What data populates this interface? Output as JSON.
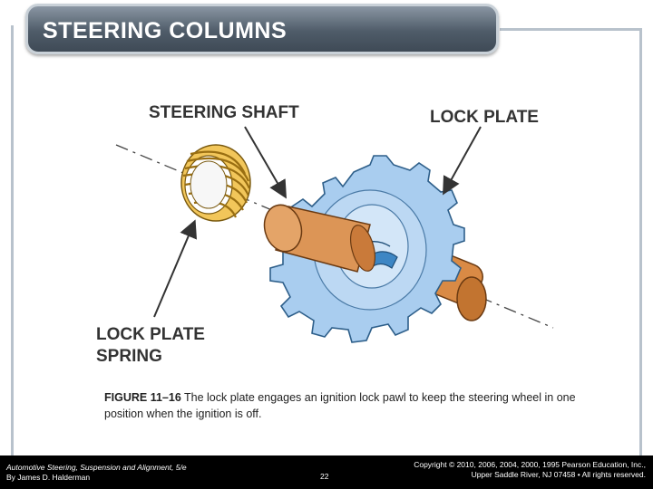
{
  "slide": {
    "title": "STEERING COLUMNS"
  },
  "diagram": {
    "labels": {
      "steering_shaft": "STEERING SHAFT",
      "lock_plate": "LOCK PLATE",
      "lock_plate_spring_line1": "LOCK PLATE",
      "lock_plate_spring_line2": "SPRING"
    },
    "colors": {
      "spring": "#e8b23a",
      "lock_plate": "#a9cdef",
      "shaft": "#d98a45",
      "arrow": "#333333"
    }
  },
  "caption": {
    "figure_number": "FIGURE 11–16",
    "text": "The lock plate engages an ignition lock pawl to keep the steering wheel in one position when the ignition is off."
  },
  "footer": {
    "book_title": "Automotive Steering, Suspension and Alignment, 5/e",
    "author": "By James D. Halderman",
    "page_number": "22",
    "copyright_line1": "Copyright © 2010, 2006, 2004, 2000, 1995 Pearson Education, Inc.,",
    "copyright_line2": "Upper Saddle River, NJ 07458 • All rights reserved."
  }
}
